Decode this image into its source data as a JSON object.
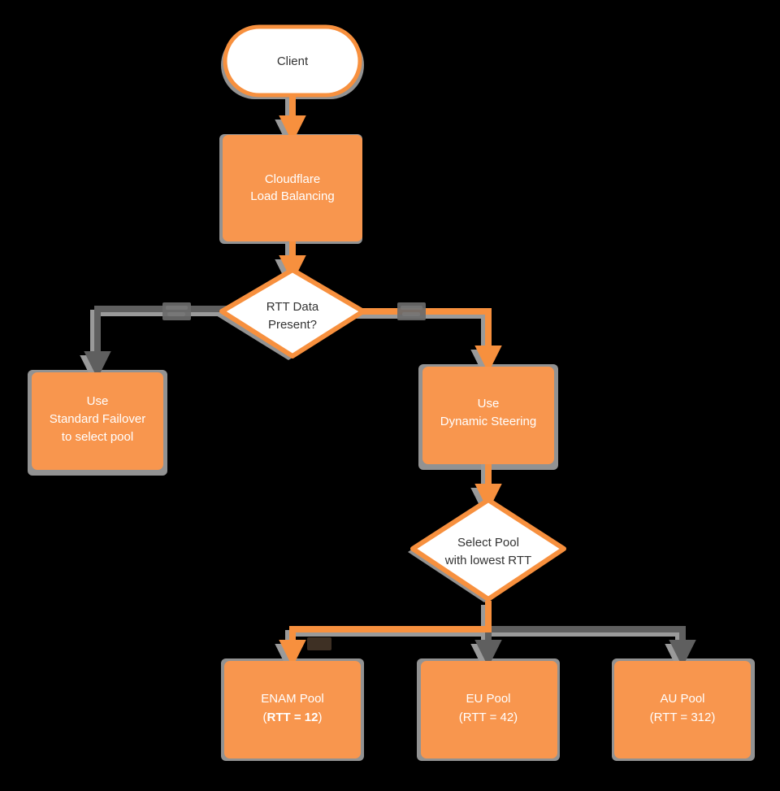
{
  "diagram": {
    "title": "Cloudflare Load Balancing RTT steering flowchart",
    "type": "flowchart",
    "background_color": "#000000",
    "colors": {
      "node_fill_orange": "#F8964E",
      "node_fill_white": "#FFFFFF",
      "node_stroke_orange": "#F7903E",
      "edge_highlight": "#F7903E",
      "edge_default": "#5F5F5F",
      "shadow": "#9A9A9A",
      "text_light": "#FFFFFF",
      "text_dark": "#333333"
    },
    "nodes": [
      {
        "id": "client",
        "shape": "stadium",
        "style": "white",
        "lines": [
          "Client"
        ]
      },
      {
        "id": "lb",
        "shape": "rect",
        "style": "orange",
        "lines": [
          "Cloudflare",
          "Load Balancing"
        ]
      },
      {
        "id": "rtt-decision",
        "shape": "diamond",
        "style": "white",
        "lines": [
          "RTT Data",
          "Present?"
        ]
      },
      {
        "id": "standard-failover",
        "shape": "rect",
        "style": "orange",
        "lines": [
          "Use",
          "Standard Failover",
          "to select pool"
        ]
      },
      {
        "id": "dynamic-steering",
        "shape": "rect",
        "style": "orange",
        "lines": [
          "Use",
          "Dynamic Steering"
        ]
      },
      {
        "id": "select-pool",
        "shape": "diamond",
        "style": "white",
        "lines": [
          "Select Pool",
          "with lowest RTT"
        ]
      },
      {
        "id": "enam-pool",
        "shape": "rect",
        "style": "orange",
        "lines": [
          "ENAM Pool",
          "(RTT = 12)"
        ],
        "line2_prefix": "(",
        "line2_bold": "RTT = 12",
        "line2_suffix": ")"
      },
      {
        "id": "eu-pool",
        "shape": "rect",
        "style": "orange",
        "lines": [
          "EU Pool",
          "(RTT = 42)"
        ]
      },
      {
        "id": "au-pool",
        "shape": "rect",
        "style": "orange",
        "lines": [
          "AU Pool",
          "(RTT = 312)"
        ]
      }
    ],
    "edges": [
      {
        "id": "client-to-lb",
        "from": "client",
        "to": "lb",
        "highlighted": true,
        "label": ""
      },
      {
        "id": "lb-to-decision",
        "from": "lb",
        "to": "rtt-decision",
        "highlighted": true,
        "label": ""
      },
      {
        "id": "decision-to-failover",
        "from": "rtt-decision",
        "to": "standard-failover",
        "highlighted": false,
        "label": ""
      },
      {
        "id": "decision-to-steering",
        "from": "rtt-decision",
        "to": "dynamic-steering",
        "highlighted": true,
        "label": ""
      },
      {
        "id": "steering-to-select",
        "from": "dynamic-steering",
        "to": "select-pool",
        "highlighted": true,
        "label": ""
      },
      {
        "id": "select-to-enam",
        "from": "select-pool",
        "to": "enam-pool",
        "highlighted": true,
        "label": ""
      },
      {
        "id": "select-to-eu",
        "from": "select-pool",
        "to": "eu-pool",
        "highlighted": false,
        "label": ""
      },
      {
        "id": "select-to-au",
        "from": "select-pool",
        "to": "au-pool",
        "highlighted": false,
        "label": ""
      }
    ]
  },
  "node_text": {
    "client": {
      "l1": "Client"
    },
    "lb": {
      "l1": "Cloudflare",
      "l2": "Load Balancing"
    },
    "rtt_decision": {
      "l1": "RTT Data",
      "l2": "Present?"
    },
    "standard_failover": {
      "l1": "Use",
      "l2": "Standard Failover",
      "l3": "to select pool"
    },
    "dynamic_steering": {
      "l1": "Use",
      "l2": "Dynamic Steering"
    },
    "select_pool": {
      "l1": "Select Pool",
      "l2": "with lowest RTT"
    },
    "enam_pool": {
      "l1": "ENAM Pool",
      "l2_open": "(",
      "l2_bold": "RTT = 12",
      "l2_close": ")"
    },
    "eu_pool": {
      "l1": "EU Pool",
      "l2": "(RTT = 42)"
    },
    "au_pool": {
      "l1": "AU Pool",
      "l2": "(RTT = 312)"
    }
  }
}
